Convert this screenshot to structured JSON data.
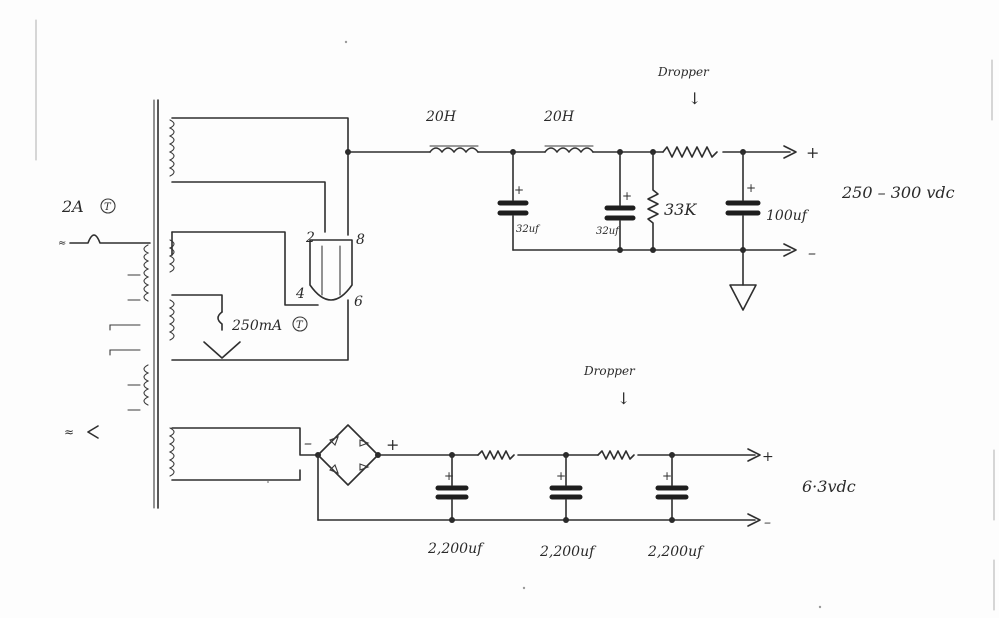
{
  "labels": {
    "fuse_primary": "2A",
    "fuse_primary_glyph": "T",
    "fuse_heater": "250mA",
    "fuse_heater_glyph": "T",
    "choke_1": "20H",
    "choke_2": "20H",
    "dropper_top": "Dropper",
    "dropper_bottom": "Dropper",
    "down_arrow": "↓",
    "resistor_bleed": "33K",
    "cap_out_hv": "100uf",
    "hv_output": "250 – 300 vdc",
    "lv_output": "6·3vdc",
    "cap_lv_1": "2,200uf",
    "cap_lv_2": "2,200uf",
    "cap_lv_3": "2,200uf",
    "cap_hv_1": "32uf",
    "cap_hv_2": "32uf",
    "plus": "+",
    "minus": "–",
    "pin_2": "2",
    "pin_8": "8",
    "pin_4": "4",
    "pin_6": "6",
    "mains_mark": "≈",
    "bridge_minus": "–",
    "bridge_plus": "+"
  },
  "colors": {
    "ink": "#2f2f2f",
    "paper": "#fdfdfd"
  }
}
